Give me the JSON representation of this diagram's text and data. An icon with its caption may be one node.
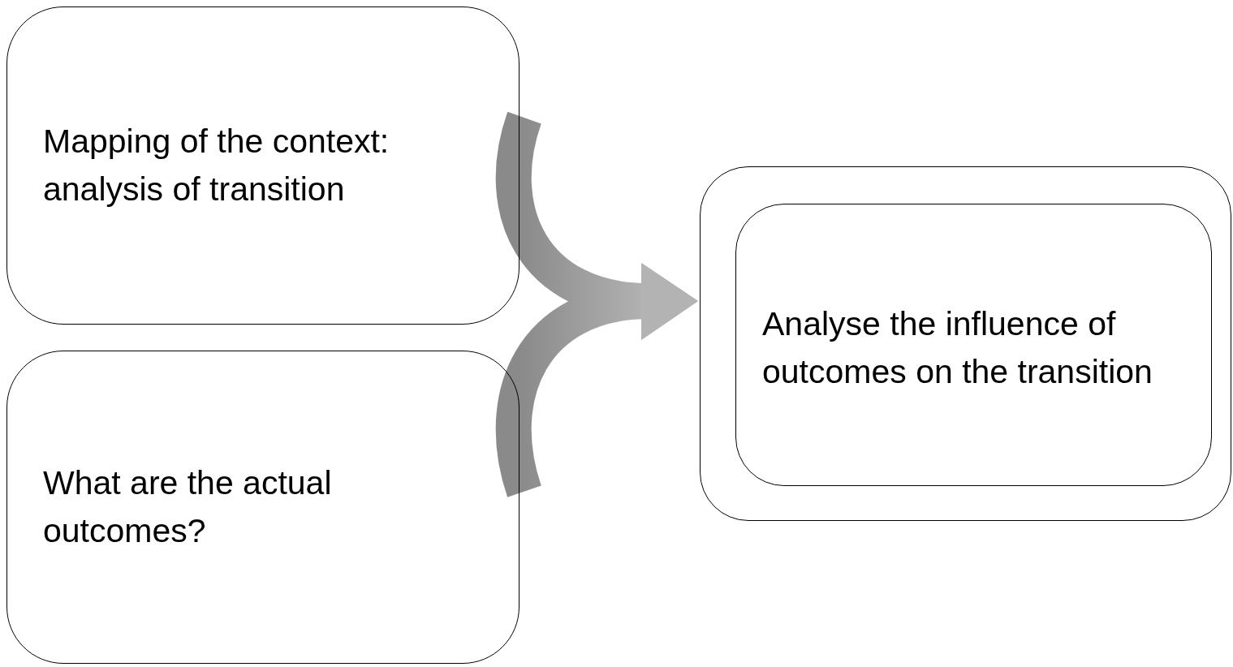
{
  "diagram": {
    "nodes": [
      {
        "text": [
          "Mapping of the context: analysis of transition"
        ]
      },
      {
        "text": [
          "What are the actual outcomes?"
        ]
      },
      {
        "text": [],
        "shape": "box"
      },
      {
        "text": [
          "Analyse the influence of outcomes on the transition"
        ],
        "in": 2
      }
    ],
    "edges": [
      {
        "from": 0,
        "to": 2,
        "arrow": "to",
        "style": "thick"
      },
      {
        "from": 1,
        "to": 2,
        "arrow": "to",
        "style": "thick"
      }
    ]
  }
}
